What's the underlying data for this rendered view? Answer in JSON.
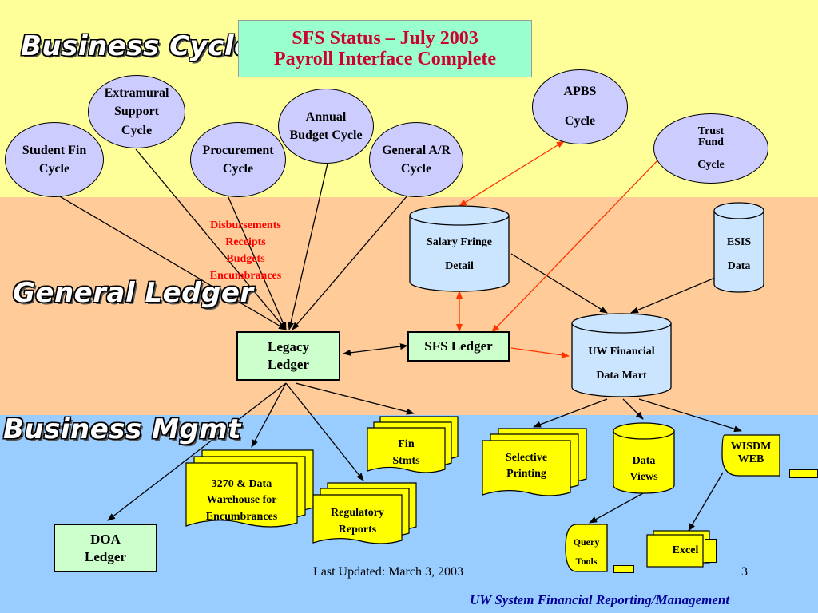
{
  "title": {
    "line1": "SFS Status – July 2003",
    "line2": "Payroll Interface Complete"
  },
  "sections": {
    "business_cycles": "Business Cycles",
    "general_ledger": "General Ledger",
    "business_mgmt": "Business Mgmt"
  },
  "cycles": {
    "extramural": "Extramural\nSupport\nCycle",
    "student_fin": "Student Fin\nCycle",
    "procurement": "Procurement\nCycle",
    "annual_budget": "Annual\nBudget Cycle",
    "general_ar": "General A/R\nCycle",
    "apbs": "APBS\n\nCycle",
    "trust_fund": "Trust\nFund\n\nCycle"
  },
  "transactions": [
    "Disbursements",
    "Receipts",
    "Budgets",
    "Encumbrances"
  ],
  "data_stores": {
    "salary_fringe_line1": "Salary Fringe",
    "salary_fringe_line2": "Detail",
    "esis_line1": "ESIS",
    "esis_line2": "Data",
    "data_mart_line1": "UW Financial",
    "data_mart_line2": "Data Mart",
    "data_views_line1": "Data",
    "data_views_line2": "Views"
  },
  "ledgers": {
    "legacy": "Legacy\nLedger",
    "sfs": "SFS Ledger",
    "doa": "DOA\nLedger"
  },
  "outputs": {
    "fin_stmts": "Fin\nStmts",
    "warehouse": "3270 & Data\nWarehouse for\nEncumbrances",
    "regulatory": "Regulatory\nReports",
    "selective_printing": "Selective\nPrinting",
    "wisdm_web": "WISDM\nWEB",
    "query_tools_line1": "Query",
    "query_tools_line2": "Tools",
    "excel": "Excel"
  },
  "footer": {
    "last_updated": "Last Updated:  March 3, 2003",
    "page_number": "3",
    "org": "UW System Financial Reporting/Management"
  },
  "colors": {
    "cycles_band": "#ffff99",
    "ledger_band": "#ffcc99",
    "mgmt_band": "#99ccff",
    "ellipse_fill": "#ccccff",
    "cylinder_fill": "#cce5ff",
    "ledger_fill": "#ccffcc",
    "document_fill": "#ffff00",
    "title_fill": "#99ffcc",
    "title_text": "#cc0033",
    "red_arrow": "#ff3300",
    "footer_org": "#000099"
  }
}
